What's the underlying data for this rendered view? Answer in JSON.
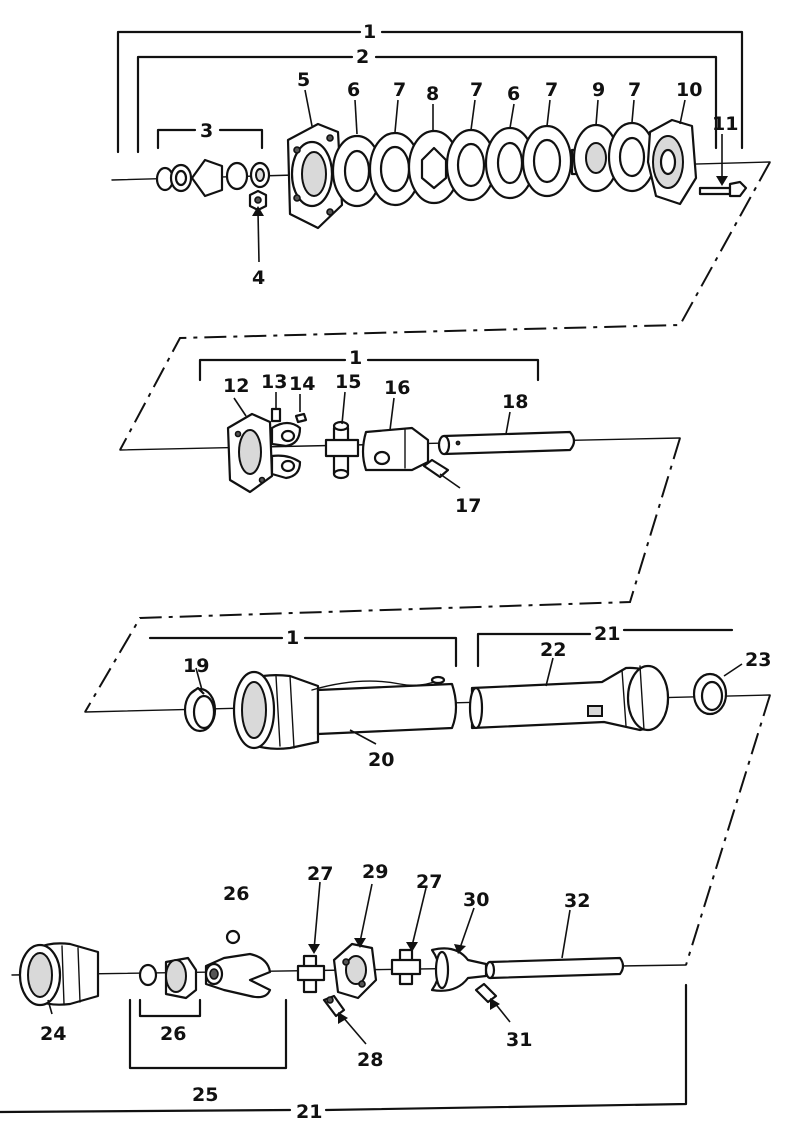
{
  "callouts": {
    "c1a": "1",
    "c2": "2",
    "c3": "3",
    "c4": "4",
    "c5": "5",
    "c6a": "6",
    "c7a": "7",
    "c8": "8",
    "c7b": "7",
    "c6b": "6",
    "c7c": "7",
    "c9": "9",
    "c7d": "7",
    "c10": "10",
    "c11": "11",
    "c1b": "1",
    "c12": "12",
    "c13": "13",
    "c14": "14",
    "c15": "15",
    "c16": "16",
    "c17": "17",
    "c18": "18",
    "c1c": "1",
    "c21a": "21",
    "c19": "19",
    "c20": "20",
    "c22": "22",
    "c23": "23",
    "c26a": "26",
    "c27a": "27",
    "c29": "29",
    "c27b": "27",
    "c30": "30",
    "c32": "32",
    "c24": "24",
    "c26b": "26",
    "c28": "28",
    "c31": "31",
    "c25": "25",
    "c21b": "21"
  }
}
